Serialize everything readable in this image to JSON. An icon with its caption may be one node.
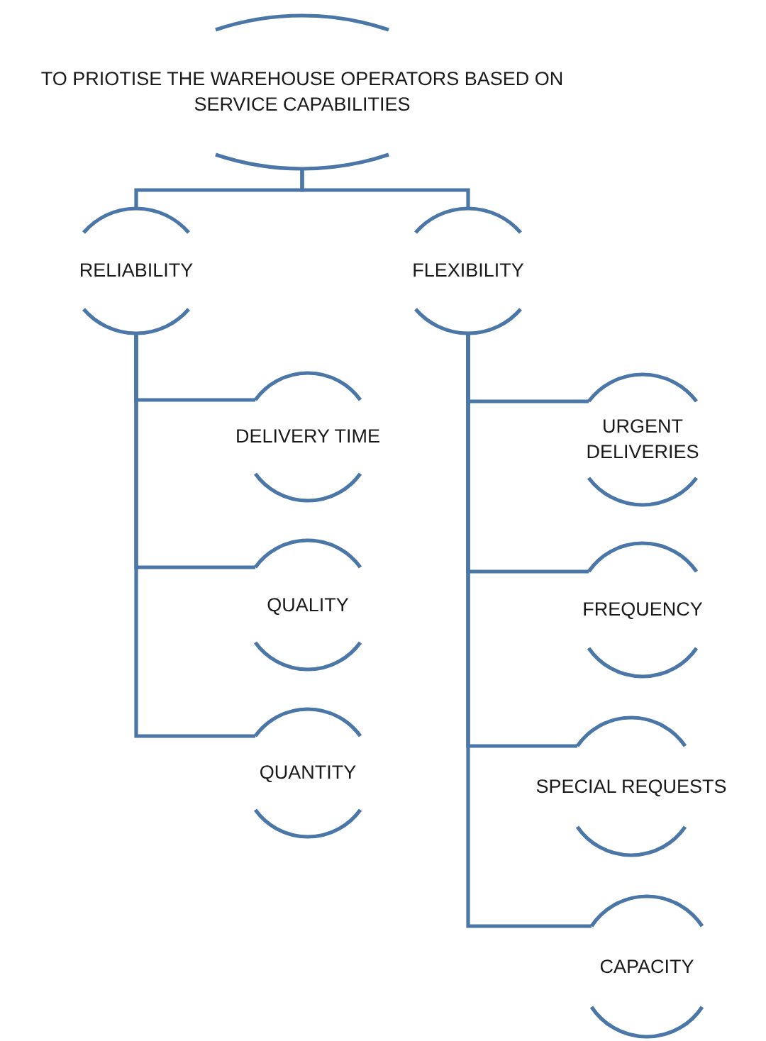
{
  "diagram": {
    "nodes": [
      {
        "text": [
          "TO PRIOTISE THE WAREHOUSE OPERATORS BASED ON SERVICE CAPABILITIES"
        ]
      },
      {
        "text": [
          "RELIABILITY"
        ]
      },
      {
        "text": [
          "FLEXIBILITY"
        ]
      },
      {
        "text": [
          "DELIVERY TIME"
        ]
      },
      {
        "text": [
          "QUALITY"
        ]
      },
      {
        "text": [
          "QUANTITY"
        ]
      },
      {
        "text": [
          "URGENT DELIVERIES"
        ]
      },
      {
        "text": [
          "FREQUENCY"
        ]
      },
      {
        "text": [
          "SPECIAL REQUESTS"
        ]
      },
      {
        "text": [
          "CAPACITY"
        ]
      }
    ],
    "edges": [
      {
        "from": 0,
        "to": 1,
        "arrow": "none"
      },
      {
        "from": 0,
        "to": 2,
        "arrow": "none"
      },
      {
        "from": 1,
        "to": 3,
        "arrow": "none"
      },
      {
        "from": 1,
        "to": 4,
        "arrow": "none"
      },
      {
        "from": 1,
        "to": 5,
        "arrow": "none"
      },
      {
        "from": 2,
        "to": 6,
        "arrow": "none"
      },
      {
        "from": 2,
        "to": 7,
        "arrow": "none"
      },
      {
        "from": 2,
        "to": 8,
        "arrow": "none"
      },
      {
        "from": 2,
        "to": 9,
        "arrow": "none"
      }
    ]
  }
}
